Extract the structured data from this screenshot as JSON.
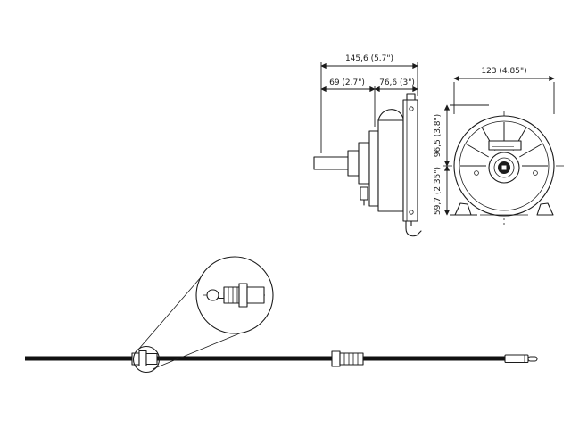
{
  "diagram": {
    "kind": "steering-system-technical-drawing",
    "ink_color": "#1c1c1c",
    "dimensions": {
      "side_total": "145,6 (5.7\")",
      "side_left": "69 (2.7\")",
      "side_right": "76,6 (3\")",
      "front_width": "123 (4.85\")",
      "front_upper": "96,5 (3.8\")",
      "front_lower": "59,7 (2.35\")"
    }
  }
}
